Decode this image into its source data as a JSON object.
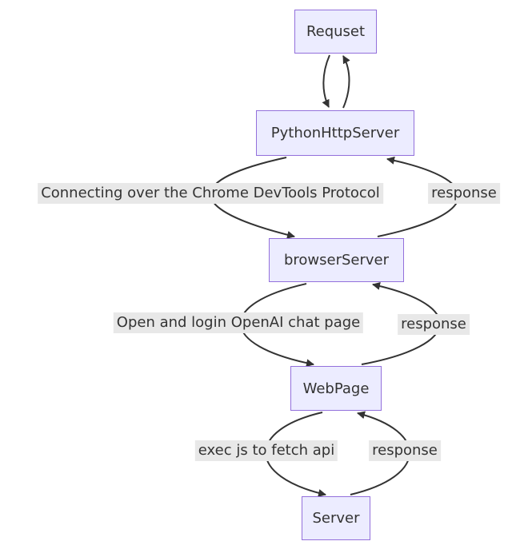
{
  "diagram": {
    "type": "flowchart",
    "direction": "top-down",
    "nodes": [
      {
        "id": "Requset",
        "label": "Requset"
      },
      {
        "id": "PythonHttpServer",
        "label": "PythonHttpServer"
      },
      {
        "id": "browserServer",
        "label": "browserServer"
      },
      {
        "id": "WebPage",
        "label": "WebPage"
      },
      {
        "id": "Server",
        "label": "Server"
      }
    ],
    "edges": [
      {
        "from": "Requset",
        "to": "PythonHttpServer",
        "label": ""
      },
      {
        "from": "PythonHttpServer",
        "to": "Requset",
        "label": ""
      },
      {
        "from": "PythonHttpServer",
        "to": "browserServer",
        "label": "Connecting over the Chrome DevTools Protocol"
      },
      {
        "from": "browserServer",
        "to": "PythonHttpServer",
        "label": "response"
      },
      {
        "from": "browserServer",
        "to": "WebPage",
        "label": "Open and login OpenAI chat page"
      },
      {
        "from": "WebPage",
        "to": "browserServer",
        "label": "response"
      },
      {
        "from": "WebPage",
        "to": "Server",
        "label": "exec js to fetch api"
      },
      {
        "from": "Server",
        "to": "WebPage",
        "label": "response"
      }
    ],
    "colors": {
      "node_fill": "#ECECFF",
      "node_border": "#9370DB",
      "edge_stroke": "#333333",
      "text": "#333333",
      "edge_label_background": "#e8e8e8",
      "background": "#ffffff"
    }
  }
}
